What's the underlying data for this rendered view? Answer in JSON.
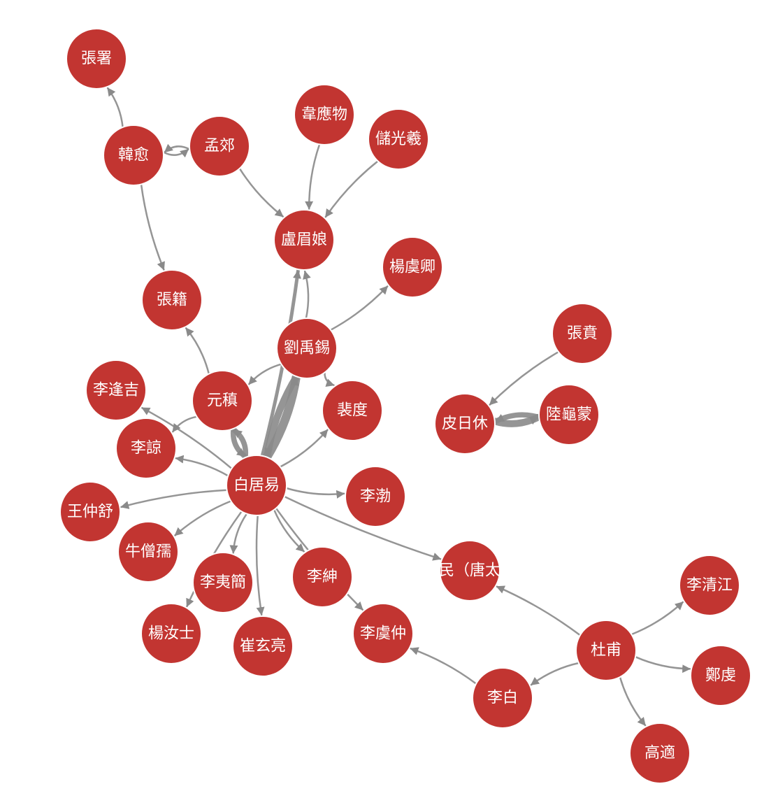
{
  "graph": {
    "node_color": "#C23531",
    "edge_color": "#8A8A8A",
    "label_color": "#FFFFFF",
    "nodes": [
      {
        "id": "zhangshu",
        "label": "張署"
      },
      {
        "id": "hanyu",
        "label": "韓愈"
      },
      {
        "id": "mengjiao",
        "label": "孟郊"
      },
      {
        "id": "weiyingwu",
        "label": "韋應物"
      },
      {
        "id": "chuguangxi",
        "label": "儲光羲"
      },
      {
        "id": "lumeiniang",
        "label": "盧眉娘"
      },
      {
        "id": "yangyuqing",
        "label": "楊虞卿"
      },
      {
        "id": "zhangji",
        "label": "張籍"
      },
      {
        "id": "liuyuxi",
        "label": "劉禹錫"
      },
      {
        "id": "zhangben",
        "label": "張賁"
      },
      {
        "id": "lifengji",
        "label": "李逢吉"
      },
      {
        "id": "yuanzhen",
        "label": "元稹"
      },
      {
        "id": "peidu",
        "label": "裴度"
      },
      {
        "id": "pirixiu",
        "label": "皮日休"
      },
      {
        "id": "luguimeng",
        "label": "陸龜蒙"
      },
      {
        "id": "liliang",
        "label": "李諒"
      },
      {
        "id": "baijuyi",
        "label": "白居易"
      },
      {
        "id": "libo",
        "label": "李渤"
      },
      {
        "id": "wangzhongshu",
        "label": "王仲舒"
      },
      {
        "id": "niusengru",
        "label": "牛僧孺"
      },
      {
        "id": "liyijian",
        "label": "李夷簡"
      },
      {
        "id": "lishen",
        "label": "李紳"
      },
      {
        "id": "tangtaizong",
        "label": "民（唐太"
      },
      {
        "id": "liqingjiang",
        "label": "李清江"
      },
      {
        "id": "yangrushi",
        "label": "楊汝士"
      },
      {
        "id": "cuixuanliang",
        "label": "崔玄亮"
      },
      {
        "id": "liyuzhong",
        "label": "李虞仲"
      },
      {
        "id": "dufu",
        "label": "杜甫"
      },
      {
        "id": "zhengqian",
        "label": "鄭虔"
      },
      {
        "id": "libai",
        "label": "李白"
      },
      {
        "id": "gaoshi",
        "label": "高適"
      }
    ],
    "edges": [
      {
        "from": "hanyu",
        "to": "zhangshu",
        "weight": 1
      },
      {
        "from": "hanyu",
        "to": "mengjiao",
        "weight": 1
      },
      {
        "from": "mengjiao",
        "to": "hanyu",
        "weight": 1
      },
      {
        "from": "hanyu",
        "to": "zhangji",
        "weight": 1
      },
      {
        "from": "mengjiao",
        "to": "lumeiniang",
        "weight": 1
      },
      {
        "from": "weiyingwu",
        "to": "lumeiniang",
        "weight": 1
      },
      {
        "from": "chuguangxi",
        "to": "lumeiniang",
        "weight": 1
      },
      {
        "from": "liuyuxi",
        "to": "lumeiniang",
        "weight": 1
      },
      {
        "from": "liuyuxi",
        "to": "yangyuqing",
        "weight": 1
      },
      {
        "from": "liuyuxi",
        "to": "yuanzhen",
        "weight": 1
      },
      {
        "from": "liuyuxi",
        "to": "peidu",
        "weight": 1
      },
      {
        "from": "baijuyi",
        "to": "lumeiniang",
        "weight": 2
      },
      {
        "from": "baijuyi",
        "to": "liuyuxi",
        "weight": 5
      },
      {
        "from": "liuyuxi",
        "to": "baijuyi",
        "weight": 4
      },
      {
        "from": "baijuyi",
        "to": "yuanzhen",
        "weight": 3
      },
      {
        "from": "yuanzhen",
        "to": "baijuyi",
        "weight": 3
      },
      {
        "from": "yuanzhen",
        "to": "zhangji",
        "weight": 1
      },
      {
        "from": "yuanzhen",
        "to": "liliang",
        "weight": 1
      },
      {
        "from": "baijuyi",
        "to": "lifengji",
        "weight": 1
      },
      {
        "from": "baijuyi",
        "to": "liliang",
        "weight": 1
      },
      {
        "from": "baijuyi",
        "to": "peidu",
        "weight": 1
      },
      {
        "from": "baijuyi",
        "to": "libo",
        "weight": 1
      },
      {
        "from": "baijuyi",
        "to": "wangzhongshu",
        "weight": 1
      },
      {
        "from": "baijuyi",
        "to": "niusengru",
        "weight": 1
      },
      {
        "from": "baijuyi",
        "to": "liyijian",
        "weight": 1
      },
      {
        "from": "baijuyi",
        "to": "yangrushi",
        "weight": 1
      },
      {
        "from": "baijuyi",
        "to": "cuixuanliang",
        "weight": 1
      },
      {
        "from": "baijuyi",
        "to": "lishen",
        "weight": 1
      },
      {
        "from": "baijuyi",
        "to": "liyuzhong",
        "weight": 1
      },
      {
        "from": "baijuyi",
        "to": "tangtaizong",
        "weight": 1
      },
      {
        "from": "dufu",
        "to": "tangtaizong",
        "weight": 1
      },
      {
        "from": "dufu",
        "to": "liqingjiang",
        "weight": 1
      },
      {
        "from": "dufu",
        "to": "zhengqian",
        "weight": 1
      },
      {
        "from": "dufu",
        "to": "gaoshi",
        "weight": 1
      },
      {
        "from": "dufu",
        "to": "libai",
        "weight": 1
      },
      {
        "from": "libai",
        "to": "liyuzhong",
        "weight": 1
      },
      {
        "from": "zhangben",
        "to": "pirixiu",
        "weight": 1
      },
      {
        "from": "pirixiu",
        "to": "luguimeng",
        "weight": 4
      },
      {
        "from": "luguimeng",
        "to": "pirixiu",
        "weight": 3
      }
    ]
  }
}
